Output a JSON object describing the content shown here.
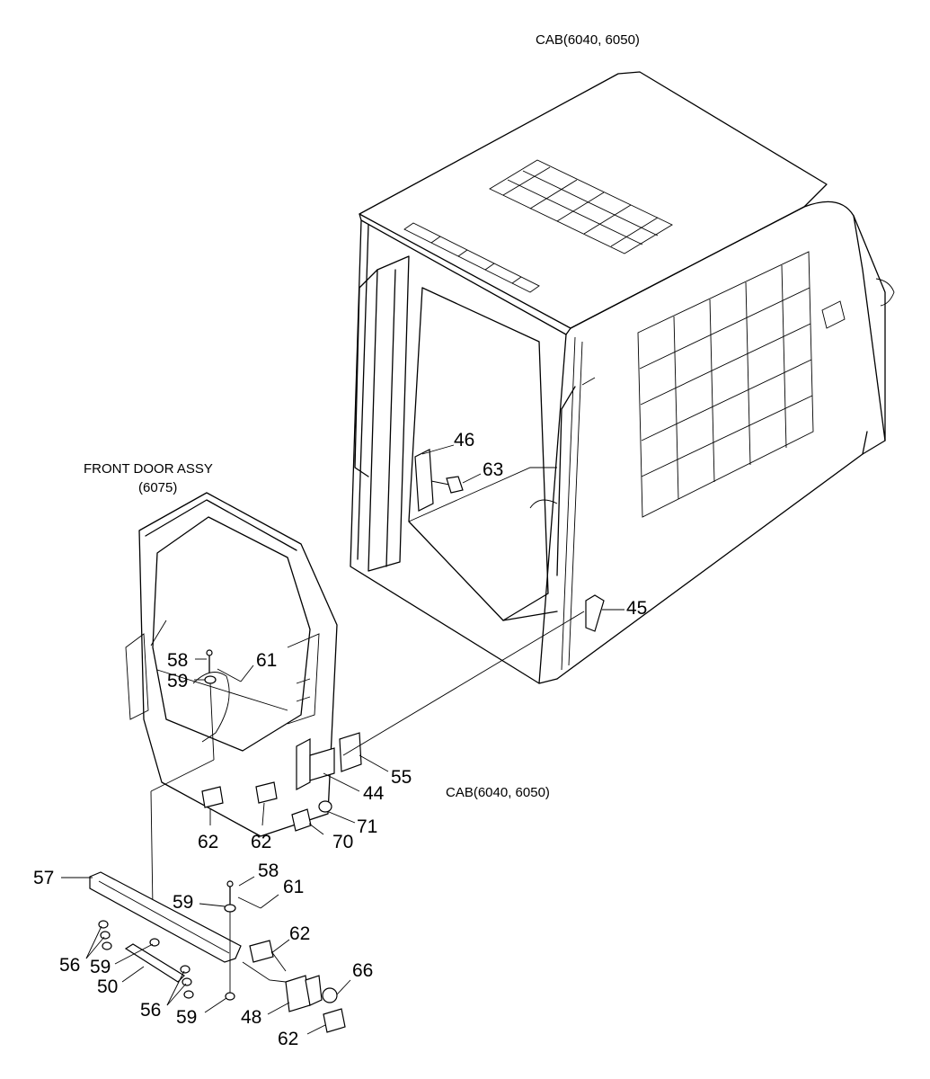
{
  "captions": {
    "cab_top": "CAB(6040, 6050)",
    "cab_mid": "CAB(6040, 6050)",
    "door_title": "FRONT DOOR ASSY",
    "door_model": "(6075)"
  },
  "callouts": {
    "c46": "46",
    "c63": "63",
    "c45": "45",
    "c58a": "58",
    "c61a": "61",
    "c59a": "59",
    "c55": "55",
    "c44": "44",
    "c71": "71",
    "c70": "70",
    "c62a": "62",
    "c62b": "62",
    "c57": "57",
    "c58b": "58",
    "c61b": "61",
    "c59b": "59",
    "c62c": "62",
    "c66": "66",
    "c56a": "56",
    "c59c": "59",
    "c50": "50",
    "c56b": "56",
    "c59d": "59",
    "c48": "48",
    "c62d": "62"
  }
}
